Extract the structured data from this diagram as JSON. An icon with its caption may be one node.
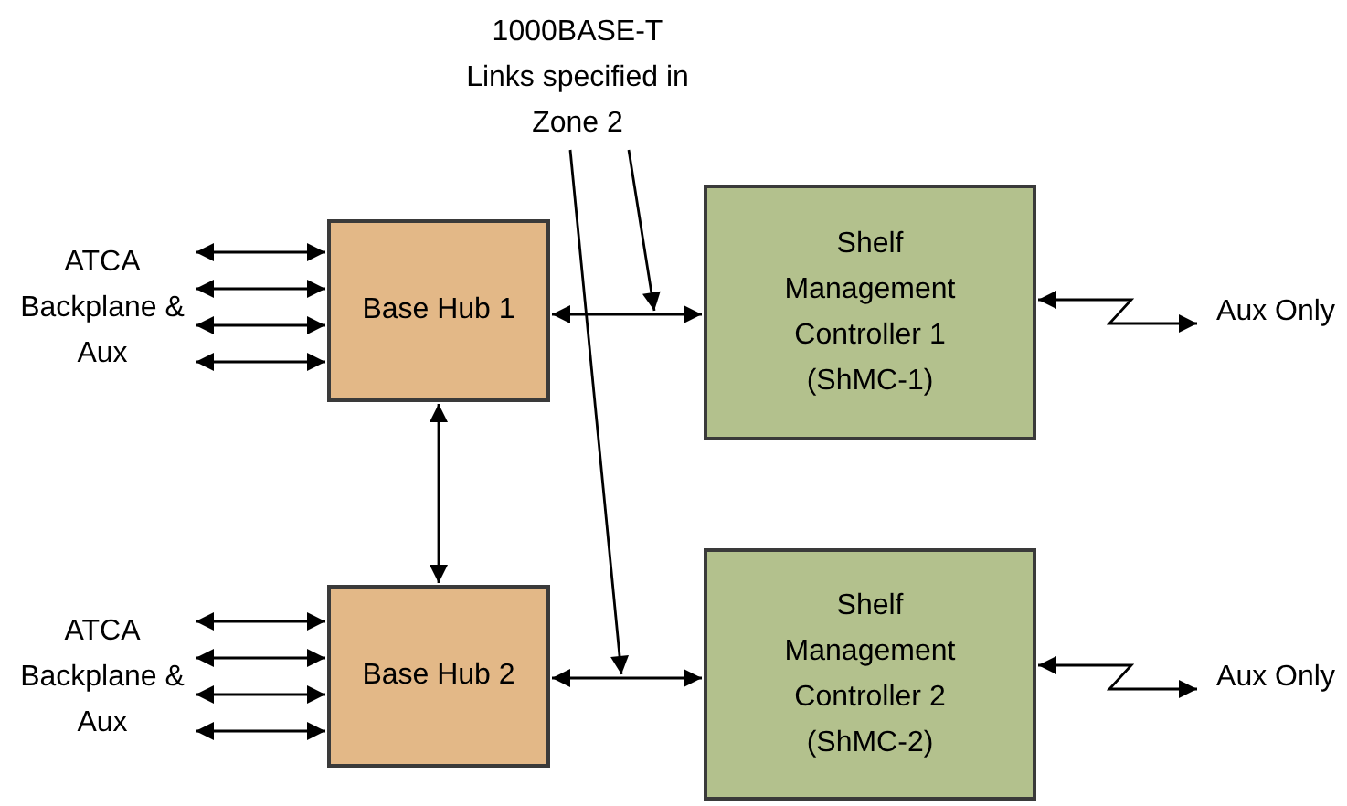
{
  "diagram": {
    "nodes": [
      {
        "text": [
          "1000BASE-T Links specified in Zone 2"
        ]
      },
      {
        "text": [
          "ATCA Backplane & Aux"
        ]
      },
      {
        "text": [
          "Base Hub 1"
        ]
      },
      {
        "text": [
          "Shelf Management Controller 1 (ShMC-1)"
        ]
      },
      {
        "text": [
          "Aux Only"
        ]
      },
      {
        "text": [
          "ATCA Backplane & Aux"
        ]
      },
      {
        "text": [
          "Base Hub 2"
        ]
      },
      {
        "text": [
          "Shelf Management Controller 2 (ShMC-2)"
        ]
      },
      {
        "text": [
          "Aux Only"
        ]
      }
    ],
    "edges": [
      {
        "from": 0,
        "to": null,
        "arrow": "to"
      },
      {
        "from": 0,
        "to": null,
        "arrow": "to"
      },
      {
        "from": 1,
        "to": 2,
        "arrow": "both"
      },
      {
        "from": 1,
        "to": 2,
        "arrow": "both"
      },
      {
        "from": 1,
        "to": 2,
        "arrow": "both"
      },
      {
        "from": 1,
        "to": 2,
        "arrow": "both"
      },
      {
        "from": 2,
        "to": 3,
        "arrow": "both"
      },
      {
        "from": 3,
        "to": 4,
        "arrow": "both"
      },
      {
        "from": 2,
        "to": 6,
        "arrow": "both"
      },
      {
        "from": 5,
        "to": 6,
        "arrow": "both"
      },
      {
        "from": 5,
        "to": 6,
        "arrow": "both"
      },
      {
        "from": 5,
        "to": 6,
        "arrow": "both"
      },
      {
        "from": 5,
        "to": 6,
        "arrow": "both"
      },
      {
        "from": 6,
        "to": 7,
        "arrow": "both"
      },
      {
        "from": 7,
        "to": 8,
        "arrow": "both"
      }
    ]
  }
}
